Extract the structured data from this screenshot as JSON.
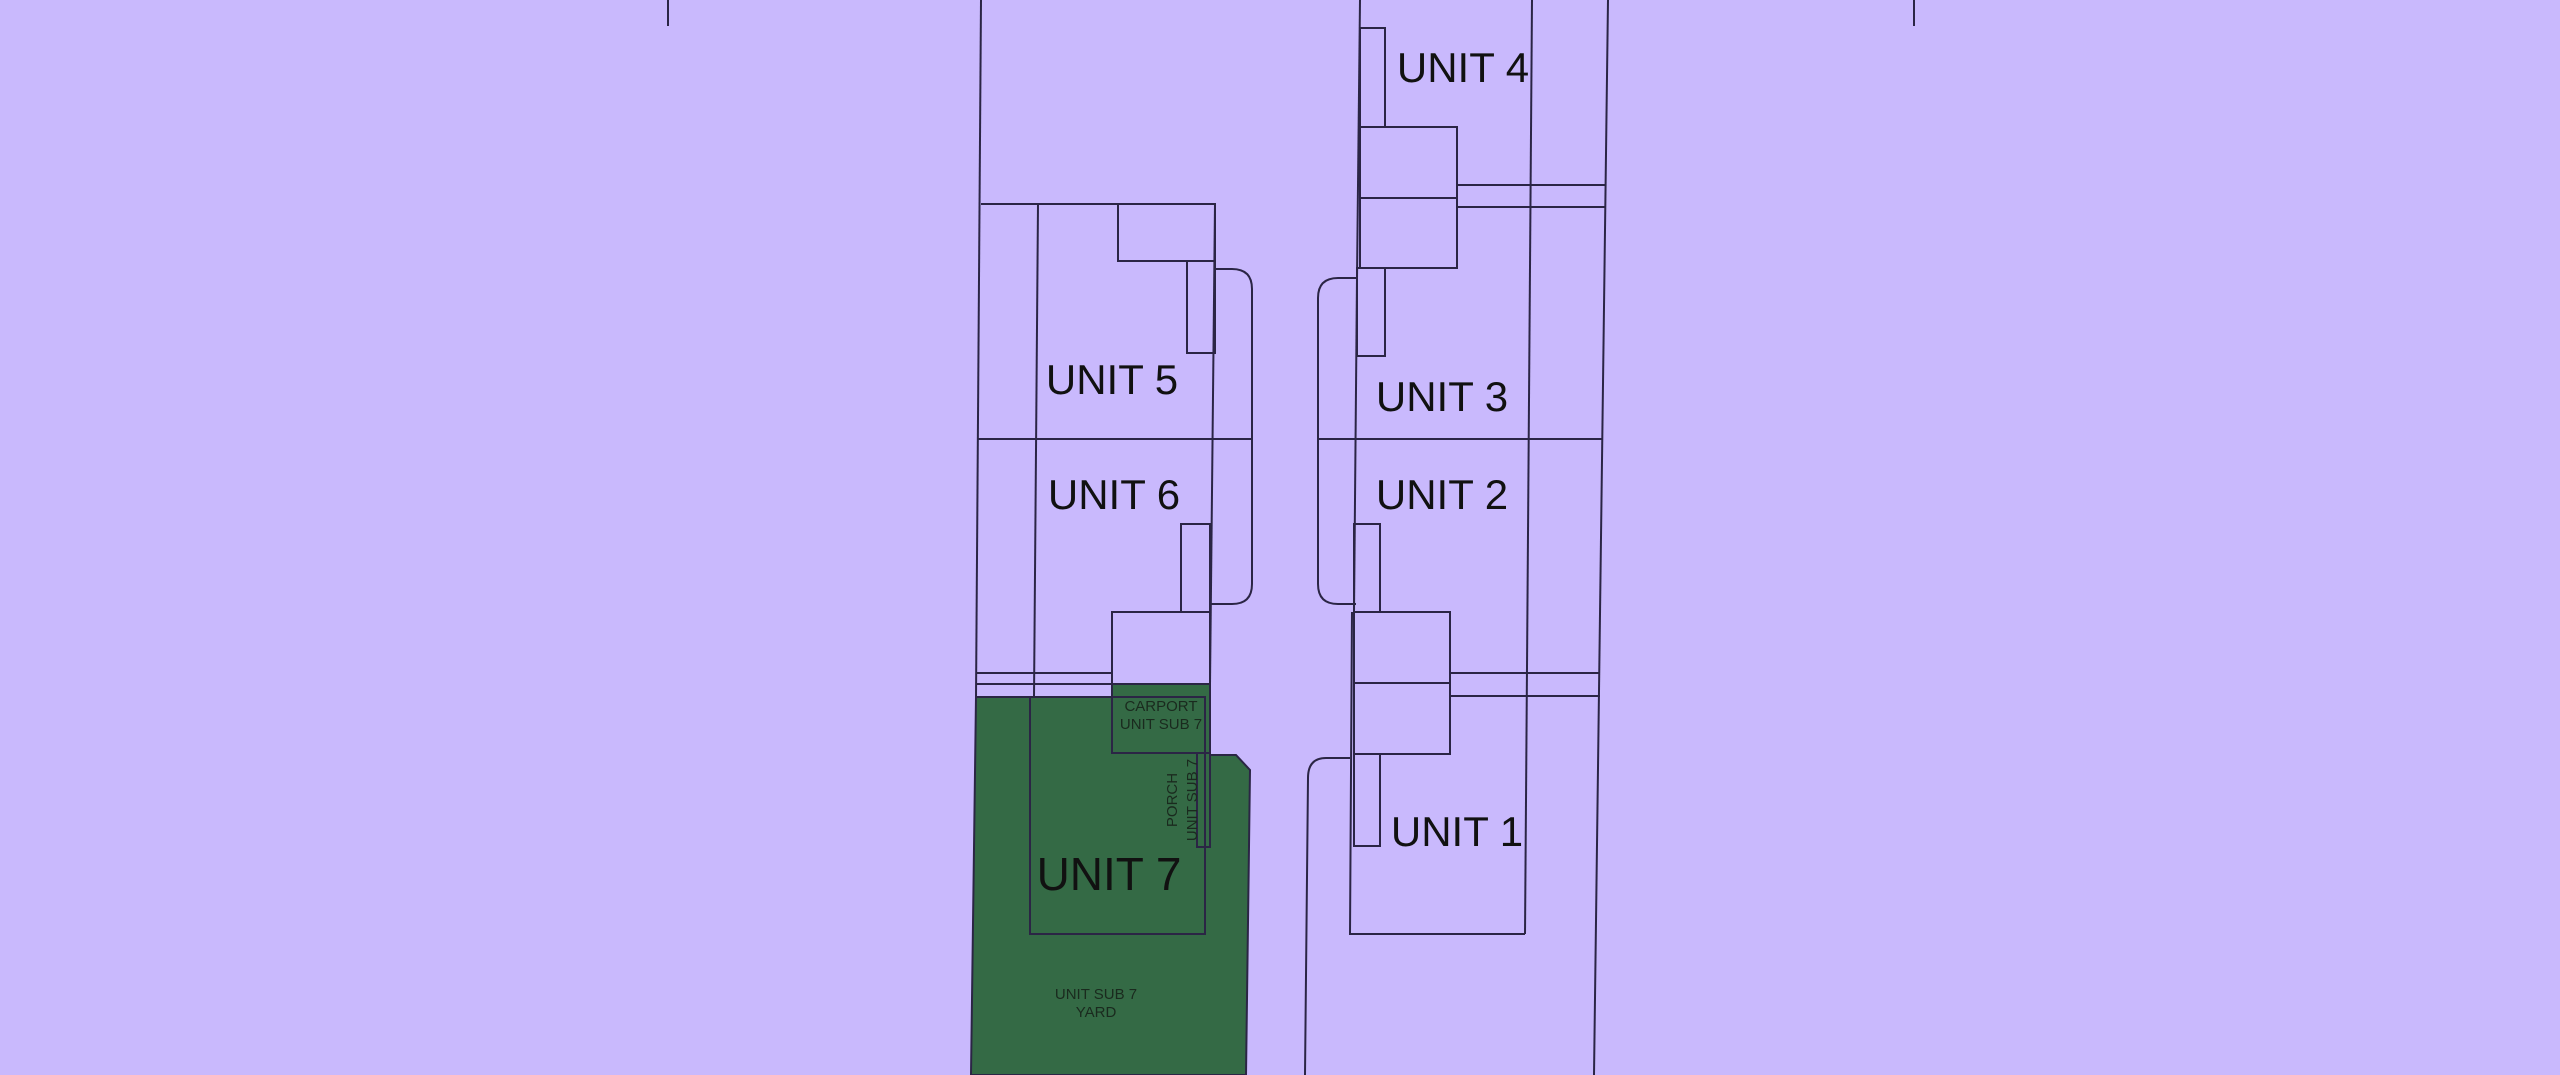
{
  "plan": {
    "units": {
      "unit1": "UNIT 1",
      "unit2": "UNIT 2",
      "unit3": "UNIT 3",
      "unit4": "UNIT 4",
      "unit5": "UNIT 5",
      "unit6": "UNIT 6",
      "unit7": "UNIT 7"
    },
    "carport": {
      "line1": "CARPORT",
      "line2": "UNIT SUB 7"
    },
    "porch": {
      "line1": "PORCH",
      "line2": "UNIT SUB 7"
    },
    "yard": {
      "line1": "UNIT SUB 7",
      "line2": "YARD"
    },
    "colors": {
      "background": "#c9b9fd",
      "selected": "#346a45",
      "lines": "#2b2545"
    }
  }
}
